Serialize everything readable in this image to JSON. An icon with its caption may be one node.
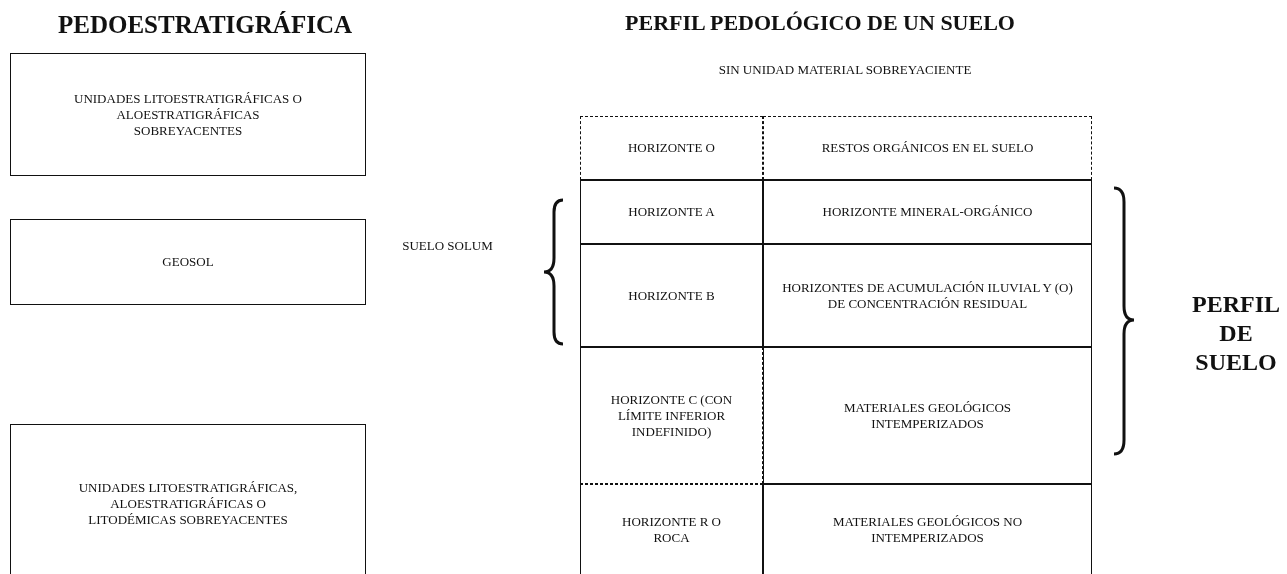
{
  "diagram": {
    "nodes": [
      {
        "text": [
          "UNIDADES LITOESTRATIGRÁFICAS O ALOESTRATIGRÁFICAS SOBREYACENTES"
        ]
      },
      {
        "text": [
          "GEOSOL"
        ]
      },
      {
        "text": [
          "UNIDADES LITOESTRATIGRÁFICAS, ALOESTRATIGRÁFICAS O LITODÉMICAS SOBREYACENTES"
        ]
      },
      {
        "text": [
          "HORIZONTE O"
        ]
      },
      {
        "text": [
          "RESTOS ORGÁNICOS EN EL SUELO"
        ]
      },
      {
        "text": [
          "HORIZONTE A"
        ]
      },
      {
        "text": [
          "HORIZONTE MINERAL-ORGÁNICO"
        ]
      },
      {
        "text": [
          "HORIZONTE B"
        ]
      },
      {
        "text": [
          "HORIZONTES DE ACUMULACIÓN ILUVIAL Y (O) DE CONCENTRACIÓN RESIDUAL"
        ]
      },
      {
        "text": [
          "HORIZONTE C (CON LÍMITE INFERIOR INDEFINIDO)"
        ]
      },
      {
        "text": [
          "MATERIALES GEOLÓGICOS INTEMPERIZADOS"
        ]
      },
      {
        "text": [
          "HORIZONTE R O ROCA"
        ]
      },
      {
        "text": [
          "MATERIALES GEOLÓGICOS NO INTEMPERIZADOS"
        ]
      }
    ],
    "edges": [],
    "labels": [
      "PEDOESTRATIGRÁFICA",
      "PERFIL PEDOLÓGICO DE UN SUELO",
      "SIN UNIDAD MATERIAL SOBREYACIENTE",
      "SUELO SOLUM",
      "PERFIL DE SUELO"
    ]
  }
}
